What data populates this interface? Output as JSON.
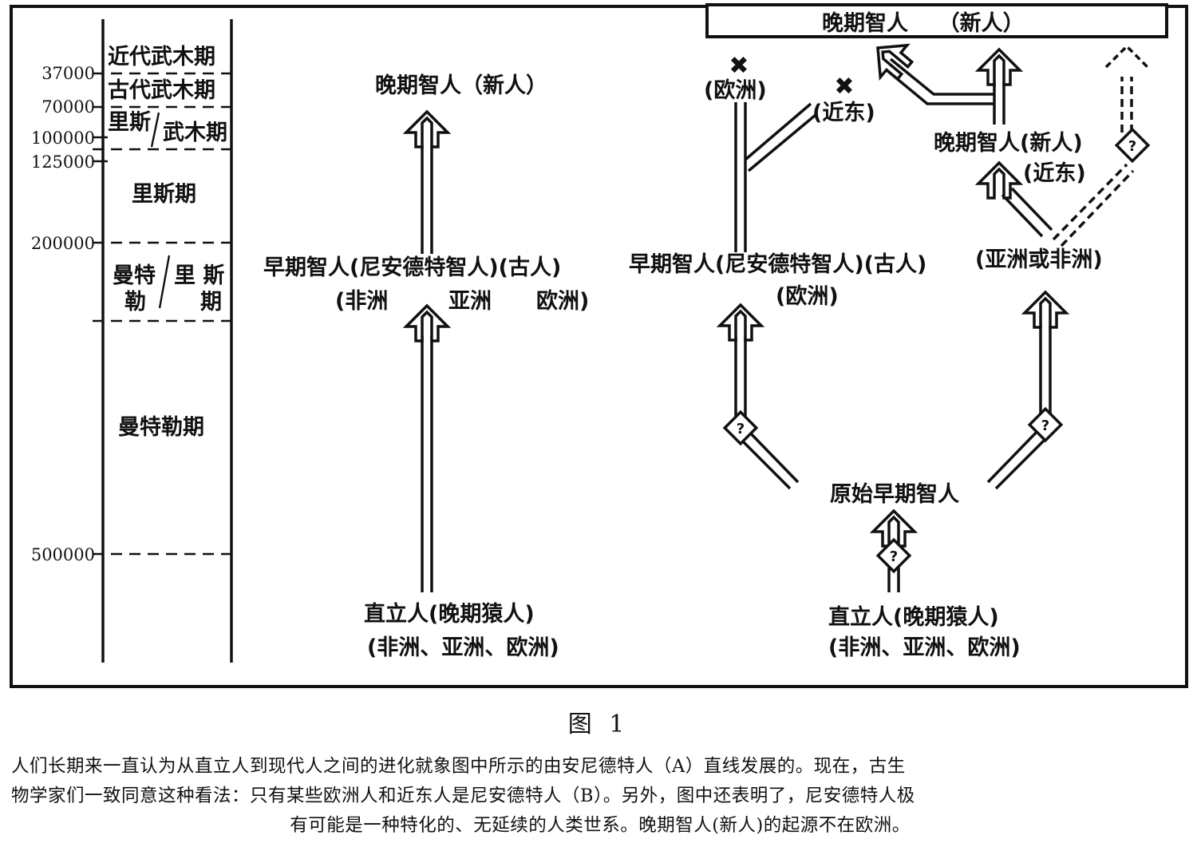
{
  "figure": {
    "title": "图 1",
    "caption_lines": [
      "人们长期来一直认为从直立人到现代人之间的进化就象图中所示的由安尼德特人（A）直线发展的。现在，古生",
      "物学家们一致同意这种看法：只有某些欧洲人和近东人是尼安德特人（B）。另外，图中还表明了，尼安德特人极",
      "有可能是一种特化的、无延续的人类世系。晚期智人(新人)的起源不在欧洲。"
    ]
  },
  "timeline": {
    "ticks": [
      "37000",
      "70000",
      "100000",
      "125000",
      "200000",
      "500000"
    ],
    "periods": {
      "p1": "近代武木期",
      "p2": "古代武木期",
      "p3a": "里斯",
      "p3b": "武木期",
      "p4": "里斯期",
      "p5a": "曼特",
      "p5b": "勒",
      "p5c": "里 斯",
      "p5d": "期",
      "p6": "曼特勒期"
    }
  },
  "diagram_a": {
    "top": "晚期智人（新人）",
    "middle": "早期智人(尼安德特智人)(古人)",
    "middle_regions": [
      "(非洲",
      "亚洲",
      "欧洲)"
    ],
    "bottom": "直立人(晚期猿人)",
    "bottom_regions": "(非洲、亚洲、欧洲)"
  },
  "diagram_b": {
    "top_box": "晚期智人    （新人）",
    "extinct_europe": "(欧洲)",
    "extinct_neareast": "(近东)",
    "late_sapiens": "晚期智人(新人)",
    "late_sapiens_region": "(近东)",
    "early_sapiens": "早期智人(尼安德特智人)(古人)",
    "early_sapiens_region": "(欧洲)",
    "asia_africa": "(亚洲或非洲)",
    "archaic": "原始早期智人",
    "erectus": "直立人(晚期猿人)",
    "erectus_regions": "(非洲、亚洲、欧洲)",
    "extinct_mark": "✖",
    "question_mark": "?"
  }
}
